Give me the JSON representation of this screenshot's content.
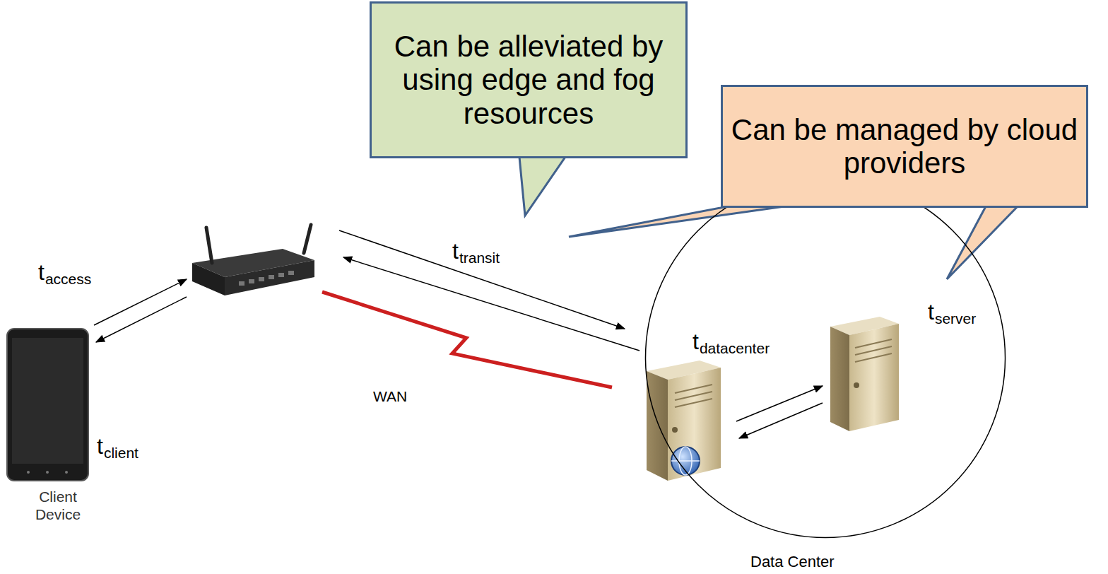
{
  "diagram": {
    "nodes": [
      {
        "text": [
          "Can be alleviated by using edge and fog resources"
        ]
      },
      {
        "text": [
          "Can be managed by cloud providers"
        ]
      },
      {
        "text": [
          "Data Center"
        ]
      }
    ],
    "labels": [
      "t",
      "access",
      "t",
      "transit",
      "t",
      "datacenter",
      "t",
      "server",
      "t",
      "client",
      "WAN",
      "Client Device"
    ]
  }
}
